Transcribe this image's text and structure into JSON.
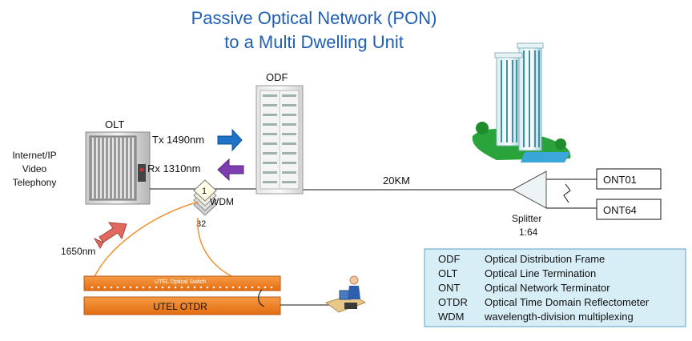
{
  "title": {
    "line1": "Passive Optical Network (PON)",
    "line2": "to a Multi Dwelling Unit"
  },
  "services": {
    "line1": "Internet/IP",
    "line2": "Video",
    "line3": "Telephony"
  },
  "labels": {
    "olt": "OLT",
    "odf": "ODF",
    "tx": "Tx 1490nm",
    "rx": "Rx 1310nm",
    "wdm": "WDM",
    "wdm_port_1": "1",
    "wdm_port_32": "32",
    "wl_1650": "1650nm",
    "distance": "20KM",
    "splitter": "Splitter",
    "split_ratio": "1:64",
    "ont_first": "ONT01",
    "ont_last": "ONT64",
    "optical_switch": "UTEL Optical Switch",
    "otdr": "UTEL OTDR"
  },
  "colors": {
    "title": "#1f5fb5",
    "tx_arrow": "#1e73c8",
    "rx_arrow": "#7d3fb0",
    "wl_arrow": "#e06a5f",
    "orange": "#f07e1f",
    "fiber_orange": "#f0902f",
    "legend_bg": "#d7eef7",
    "legend_border": "#5aa0c0"
  },
  "legend": [
    {
      "abbr": "ODF",
      "desc": "Optical Distribution Frame"
    },
    {
      "abbr": "OLT",
      "desc": "Optical Line Termination"
    },
    {
      "abbr": "ONT",
      "desc": "Optical Network Terminator"
    },
    {
      "abbr": "OTDR",
      "desc": "Optical Time Domain Reflectometer"
    },
    {
      "abbr": "WDM",
      "desc": "wavelength-division multiplexing"
    }
  ]
}
